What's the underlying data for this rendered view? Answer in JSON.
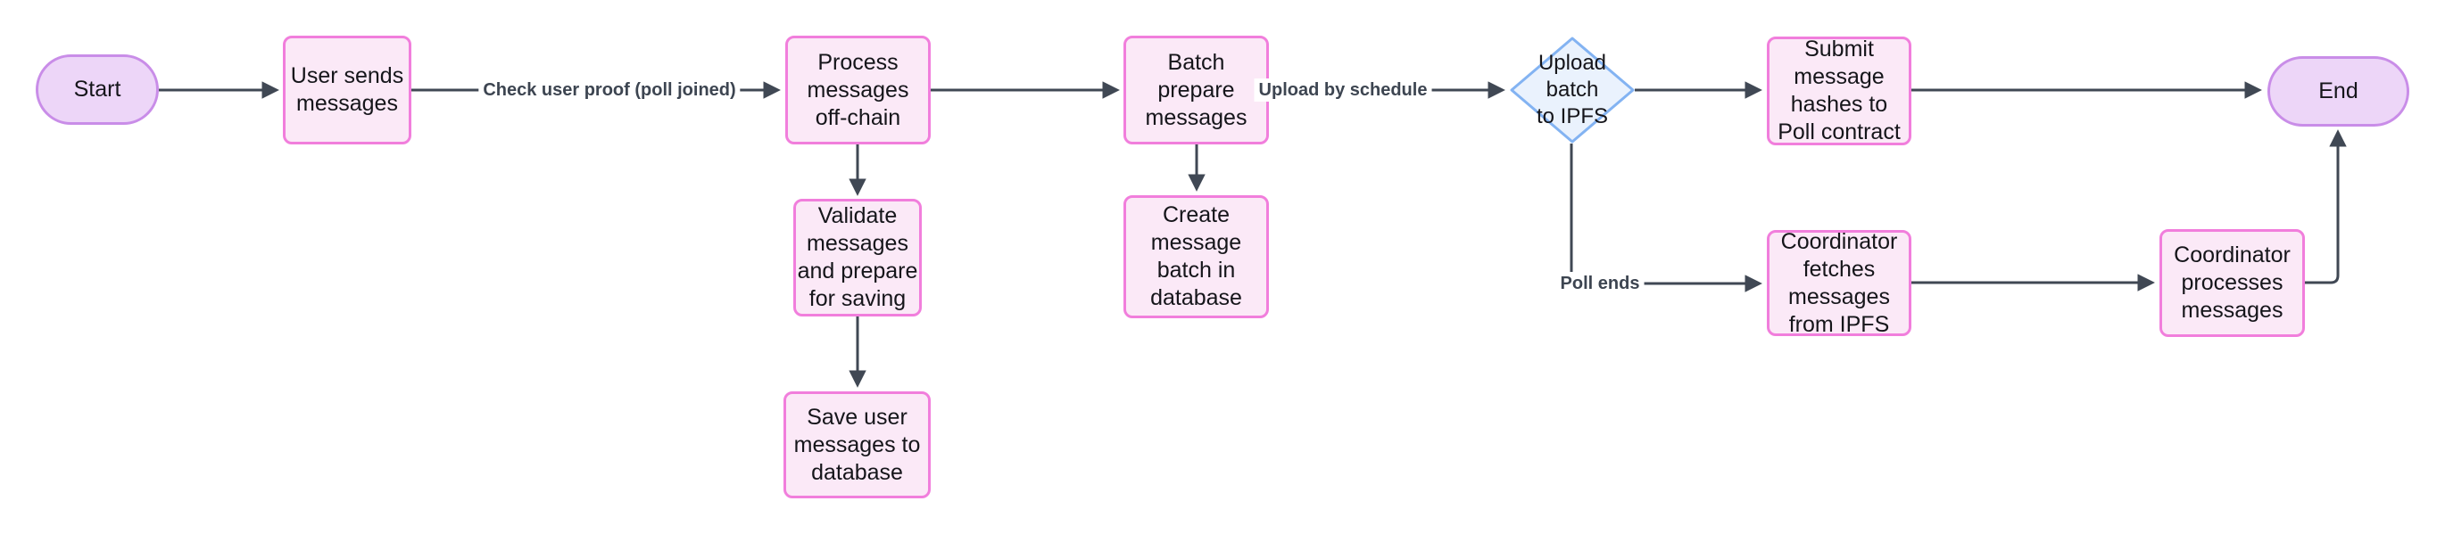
{
  "diagram": {
    "type": "flowchart",
    "direction": "left-to-right",
    "nodes": [
      {
        "id": "start",
        "shape": "stadium",
        "label": "Start"
      },
      {
        "id": "user-sends",
        "shape": "process",
        "label": "User sends\nmessages"
      },
      {
        "id": "process-offchain",
        "shape": "process",
        "label": "Process\nmessages\noff-chain"
      },
      {
        "id": "validate",
        "shape": "process",
        "label": "Validate\nmessages\nand prepare\nfor saving"
      },
      {
        "id": "save-messages",
        "shape": "process",
        "label": "Save user\nmessages to\ndatabase"
      },
      {
        "id": "batch-prepare",
        "shape": "process",
        "label": "Batch\nprepare\nmessages"
      },
      {
        "id": "create-batch",
        "shape": "process",
        "label": "Create\nmessage\nbatch in\ndatabase"
      },
      {
        "id": "upload-ipfs",
        "shape": "decision",
        "label": "Upload batch\nto IPFS"
      },
      {
        "id": "submit-hashes",
        "shape": "process",
        "label": "Submit\nmessage\nhashes to\nPoll contract"
      },
      {
        "id": "coordinator-fetch",
        "shape": "process",
        "label": "Coordinator\nfetches\nmessages\nfrom IPFS"
      },
      {
        "id": "coordinator-process",
        "shape": "process",
        "label": "Coordinator\nprocesses\nmessages"
      },
      {
        "id": "end",
        "shape": "stadium",
        "label": "End"
      }
    ],
    "edges": [
      {
        "from": "start",
        "to": "user-sends",
        "label": ""
      },
      {
        "from": "user-sends",
        "to": "process-offchain",
        "label": "Check user proof (poll joined)"
      },
      {
        "from": "process-offchain",
        "to": "validate",
        "label": ""
      },
      {
        "from": "validate",
        "to": "save-messages",
        "label": ""
      },
      {
        "from": "process-offchain",
        "to": "batch-prepare",
        "label": ""
      },
      {
        "from": "batch-prepare",
        "to": "create-batch",
        "label": ""
      },
      {
        "from": "batch-prepare",
        "to": "upload-ipfs",
        "label": "Upload by schedule"
      },
      {
        "from": "upload-ipfs",
        "to": "submit-hashes",
        "label": ""
      },
      {
        "from": "upload-ipfs",
        "to": "coordinator-fetch",
        "label": "Poll ends"
      },
      {
        "from": "submit-hashes",
        "to": "end",
        "label": ""
      },
      {
        "from": "coordinator-fetch",
        "to": "coordinator-process",
        "label": ""
      },
      {
        "from": "coordinator-process",
        "to": "end",
        "label": ""
      }
    ],
    "colors": {
      "background": "#ffffff",
      "rect-fill": "#fbe9f7",
      "rect-stroke": "#f17edc",
      "stadium-fill": "#edd6f8",
      "stadium-stroke": "#c98de8",
      "decision-fill": "#eaf2fd",
      "decision-stroke": "#83b3f2",
      "edge": "#404854",
      "edge-label": "#3d4551",
      "node-text": "#15151a"
    }
  }
}
